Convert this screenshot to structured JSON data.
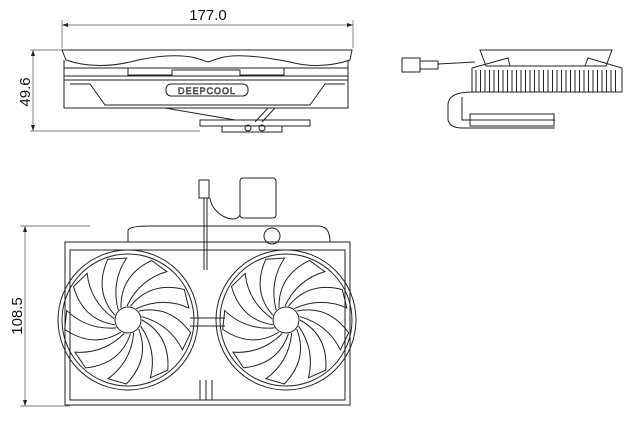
{
  "title": "Cooler dimension drawing",
  "dimensions": {
    "width": "177.0",
    "height_side": "49.6",
    "depth_top": "108.5"
  },
  "brand_logo": "DEEPCOOL",
  "fan_blade_count": 9
}
